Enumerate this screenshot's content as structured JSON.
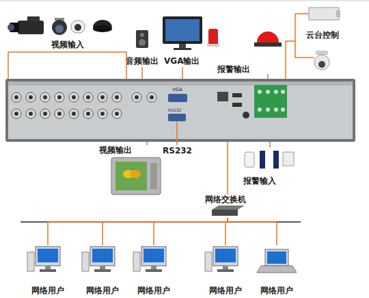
{
  "diagram": {
    "nodes": [
      {
        "text": [
          "VGA",
          "RS232"
        ]
      },
      {
        "text": [
          "视频输入"
        ]
      },
      {
        "text": [
          "音频输出"
        ]
      },
      {
        "text": [
          "VGA输出"
        ]
      },
      {
        "text": [
          "报警输出"
        ]
      },
      {
        "text": [
          "云台控制"
        ]
      },
      {
        "text": [
          "视频输出"
        ]
      },
      {
        "text": [
          "报警输入"
        ]
      },
      {
        "text": [
          "网络交换机"
        ]
      },
      {
        "text": [
          "网络用户"
        ]
      },
      {
        "text": [
          "网络用户"
        ]
      },
      {
        "text": [
          "网络用户"
        ]
      },
      {
        "text": [
          "网络用户"
        ]
      },
      {
        "text": [
          "网络用户"
        ]
      }
    ],
    "edges": [
      {
        "from": 1,
        "to": 0,
        "arrow": "none"
      },
      {
        "from": 0,
        "to": 2,
        "arrow": "none"
      },
      {
        "from": 0,
        "to": 3,
        "arrow": "none"
      },
      {
        "from": 0,
        "to": 4,
        "arrow": "none"
      },
      {
        "from": 0,
        "to": 5,
        "arrow": "none"
      },
      {
        "from": 0,
        "to": 6,
        "arrow": "none"
      },
      {
        "from": 7,
        "to": 0,
        "arrow": "none"
      },
      {
        "from": 0,
        "to": 8,
        "arrow": "none"
      },
      {
        "from": 8,
        "to": 9,
        "arrow": "none"
      },
      {
        "from": 8,
        "to": 10,
        "arrow": "none"
      },
      {
        "from": 8,
        "to": 11,
        "arrow": "none"
      },
      {
        "from": 8,
        "to": 12,
        "arrow": "none"
      },
      {
        "from": 8,
        "to": 13,
        "arrow": "none"
      }
    ],
    "labels": [
      "RS232"
    ]
  }
}
